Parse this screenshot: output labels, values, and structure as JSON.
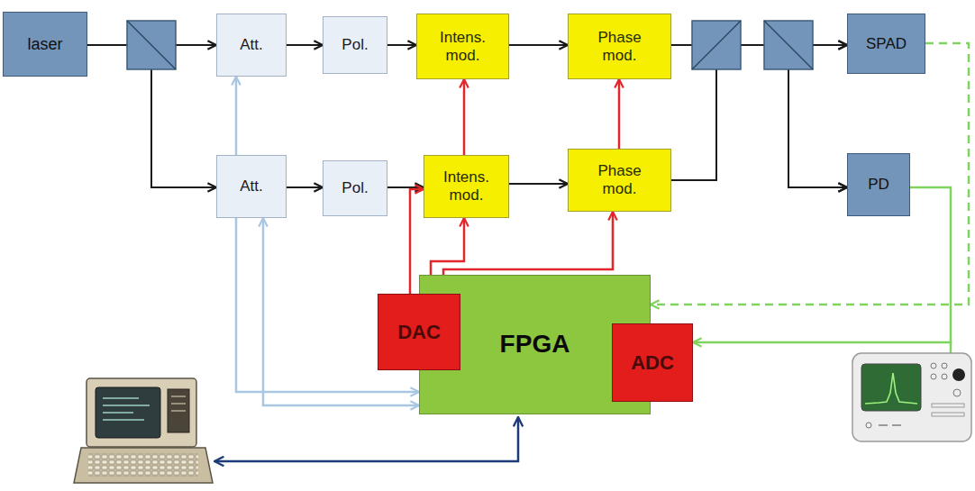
{
  "diagram": {
    "nodes": [
      {
        "text": [
          "laser"
        ]
      },
      {
        "text": [
          "Att."
        ]
      },
      {
        "text": [
          "Pol."
        ]
      },
      {
        "text": [
          "Intens. mod."
        ]
      },
      {
        "text": [
          "Phase mod."
        ]
      },
      {
        "text": [
          "SPAD"
        ]
      },
      {
        "text": [
          "Att."
        ]
      },
      {
        "text": [
          "Pol."
        ]
      },
      {
        "text": [
          "Intens. mod."
        ]
      },
      {
        "text": [
          "Phase mod."
        ]
      },
      {
        "text": [
          "PD"
        ]
      },
      {
        "text": [
          "FPGA"
        ]
      },
      {
        "text": [
          "DAC"
        ],
        "in": 11
      },
      {
        "text": [
          "ADC"
        ],
        "in": 11
      }
    ],
    "edges": [
      {
        "from": 0,
        "to": 1,
        "arrow": "to"
      },
      {
        "from": 0,
        "to": 6,
        "arrow": "to"
      },
      {
        "from": 1,
        "to": 2,
        "arrow": "to"
      },
      {
        "from": 2,
        "to": 3,
        "arrow": "to"
      },
      {
        "from": 3,
        "to": 4,
        "arrow": "to"
      },
      {
        "from": 4,
        "to": 5,
        "arrow": "to"
      },
      {
        "from": 4,
        "to": 10,
        "arrow": "to"
      },
      {
        "from": 6,
        "to": 7,
        "arrow": "to"
      },
      {
        "from": 7,
        "to": 8,
        "arrow": "to"
      },
      {
        "from": 8,
        "to": 9,
        "arrow": "to"
      },
      {
        "from": 9,
        "to": 5,
        "arrow": "to"
      },
      {
        "from": 9,
        "to": 10,
        "arrow": "to"
      },
      {
        "from": 12,
        "to": 8,
        "arrow": "to"
      },
      {
        "from": 12,
        "to": 8,
        "arrow": "to"
      },
      {
        "from": 8,
        "to": 3,
        "arrow": "to"
      },
      {
        "from": 12,
        "to": 9,
        "arrow": "to"
      },
      {
        "from": 9,
        "to": 4,
        "arrow": "to"
      },
      {
        "from": 11,
        "to": 1,
        "arrow": "both"
      },
      {
        "from": 11,
        "to": 6,
        "arrow": "both"
      },
      {
        "from": 5,
        "to": 11,
        "arrow": "to"
      },
      {
        "from": 10,
        "to": 13,
        "arrow": "to"
      }
    ]
  }
}
